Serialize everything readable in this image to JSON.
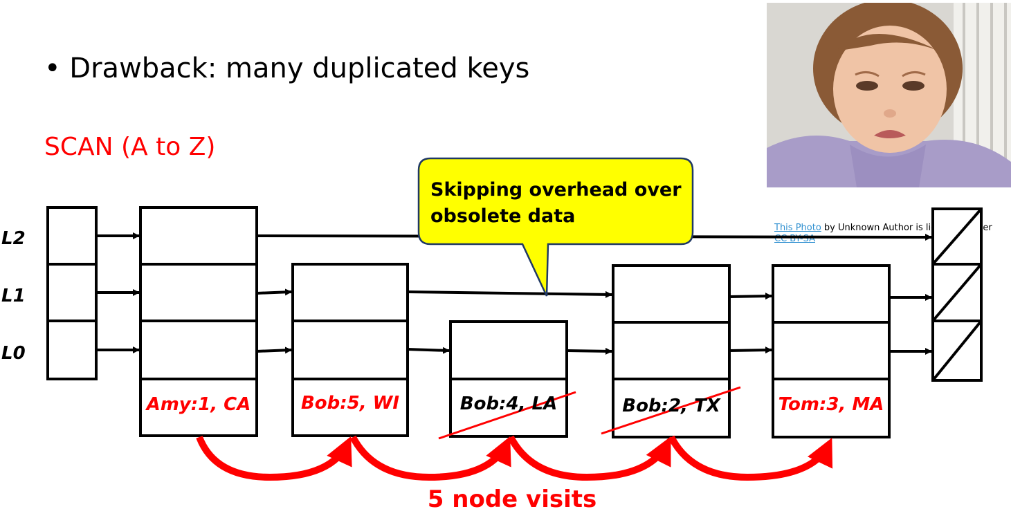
{
  "bullet_text": "• Drawback: many duplicated keys",
  "scan_title": "SCAN (A to Z)",
  "levels": [
    "L2",
    "L1",
    "L0"
  ],
  "callout": {
    "text": "Skipping overhead over obsolete data",
    "fill": "#ffff00"
  },
  "keys": [
    {
      "label": "Amy:1, CA",
      "obsolete": false
    },
    {
      "label": "Bob:5, WI",
      "obsolete": false
    },
    {
      "label": "Bob:4, LA",
      "obsolete": true
    },
    {
      "label": "Bob:2, TX",
      "obsolete": true
    },
    {
      "label": "Tom:3, MA",
      "obsolete": false
    }
  ],
  "visits_text": "5 node visits",
  "photo_credit": {
    "link1": "This Photo",
    "middle": " by Unknown Author is licensed under ",
    "link2": "CC BY-SA"
  },
  "colors": {
    "accent_red": "#ff0000",
    "link_blue": "#2e8fd0",
    "callout_border": "#1f3864"
  }
}
